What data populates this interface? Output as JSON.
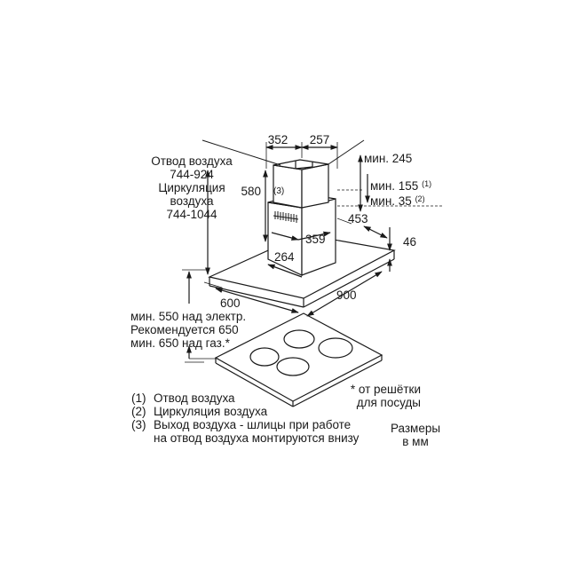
{
  "dimensions": {
    "d352": "352",
    "d257": "257",
    "d580": "580",
    "d359": "359",
    "d264": "264",
    "d453": "453",
    "d46": "46",
    "d600": "600",
    "d900": "900",
    "min245": "мин. 245",
    "min155": "мин. 155",
    "min155_note": "(1)",
    "min35": "мин. 35",
    "min35_note": "(2)",
    "marker3": "(3)"
  },
  "left_labels": {
    "line1": "Отвод воздуха",
    "line2": "744-924",
    "line3": "Циркуляция",
    "line4": "воздуха",
    "line5": "744-1044"
  },
  "clearance": {
    "line1": "мин. 550 над электр.",
    "line2": "Рекомендуется 650",
    "line3": "мин. 650 над газ.*"
  },
  "grate_note": {
    "line1": "* от решётки",
    "line2": "для посуды"
  },
  "legend": [
    {
      "num": "(1)",
      "text": "Отвод воздуха"
    },
    {
      "num": "(2)",
      "text": "Циркуляция воздуха"
    },
    {
      "num": "(3)",
      "text": "Выход воздуха - шлицы при работе"
    },
    {
      "num": "",
      "text": "на отвод воздуха монтируются внизу"
    }
  ],
  "units": {
    "line1": "Размеры",
    "line2": "в мм"
  }
}
